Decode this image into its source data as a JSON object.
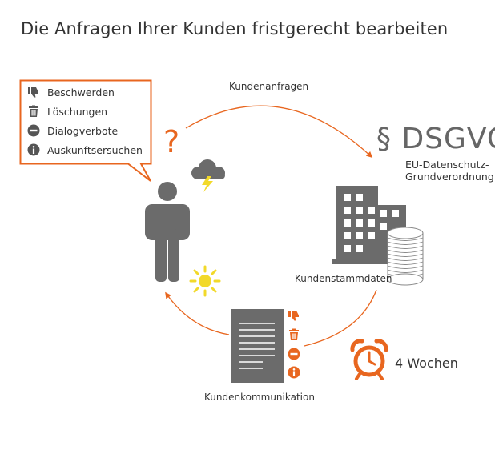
{
  "title": "Die Anfragen Ihrer Kunden fristgerecht bearbeiten",
  "speech_bubble": {
    "items": [
      {
        "label": "Beschwerden",
        "icon": "thumbs-down-icon"
      },
      {
        "label": "Löschungen",
        "icon": "trash-icon"
      },
      {
        "label": "Dialogverbote",
        "icon": "no-entry-icon"
      },
      {
        "label": "Auskunftsersuchen",
        "icon": "info-icon"
      }
    ],
    "border_color": "#e8661f"
  },
  "question_mark": "?",
  "dsgvo": {
    "title": "§ DSGVO",
    "subtitle_line1": "EU-Datenschutz-",
    "subtitle_line2": "Grundverordnung"
  },
  "labels": {
    "kundenanfragen": "Kundenanfragen",
    "kundenstammdaten": "Kundenstammdaten",
    "kundenkommunikation": "Kundenkommunikation"
  },
  "deadline": "4 Wochen",
  "colors": {
    "accent": "#e8661f",
    "gray": "#6b6b6b",
    "sun": "#f2d92a"
  }
}
